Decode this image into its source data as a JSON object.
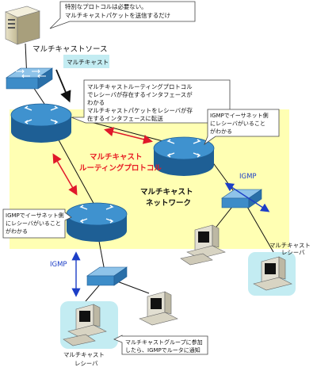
{
  "colors": {
    "network_area": "#ffffb3",
    "router_body": "#2f7fbf",
    "switch_body": "#3d8cc8",
    "receiver_highlight": "#c3ecf2",
    "routing_arrow": "#e0182a",
    "igmp_arrow": "#1c3ec7",
    "red_label": "#e81c24"
  },
  "source": {
    "label": "マルチキャストソース",
    "callout_lines": [
      "特別なプロトコルは必要ない。",
      "マルチキャストパケットを送信するだけ"
    ]
  },
  "multicast_tag": "マルチキャスト",
  "router_callout_lines": [
    "マルチキャストルーティングプロトコル",
    "でレシーバが存在するインタフェースが",
    "わかる",
    "マルチキャストパケットをレシーバが存",
    "在するインタフェースに転送"
  ],
  "routing_protocol_lines": [
    "マルチキャスト",
    "ルーティングプロトコル"
  ],
  "network_lines": [
    "マルチキャスト",
    "ネットワーク"
  ],
  "right_router_callout_lines": [
    "IGMPでイーサネット側",
    "にレシーバがいること",
    "がわかる"
  ],
  "left_router_callout_lines": [
    "IGMPでイーサネット側",
    "にレシーバがいること",
    "がわかる"
  ],
  "igmp_right": "IGMP",
  "igmp_left": "IGMP",
  "receiver_right_lines": [
    "マルチキャスト",
    "レシーバ"
  ],
  "receiver_bottom_lines": [
    "マルチキャスト",
    "レシーバ"
  ],
  "bottom_callout_lines": [
    "マルチキャストグループに参加",
    "したら、IGMPでルータに通知"
  ]
}
